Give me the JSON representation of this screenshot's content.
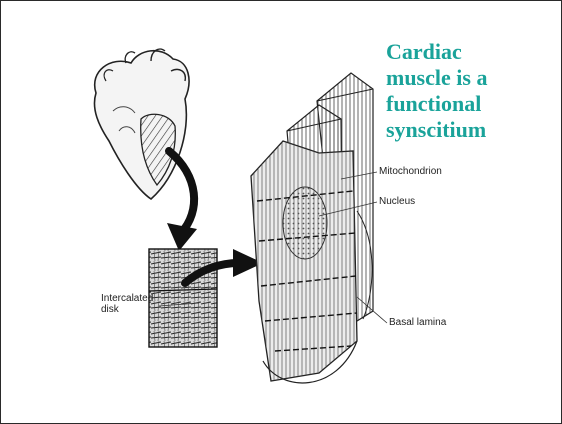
{
  "slide": {
    "title_lines": [
      "Cardiac",
      "muscle is a",
      "functional",
      "synscitium"
    ]
  },
  "labels": {
    "mitochondrion": "Mitochondrion",
    "nucleus": "Nucleus",
    "basal_lamina": "Basal lamina",
    "intercalated_line1": "Intercalated",
    "intercalated_line2": "disk"
  },
  "colors": {
    "title": "#1aa39a",
    "ink": "#222222",
    "border": "#2a2a2a"
  }
}
